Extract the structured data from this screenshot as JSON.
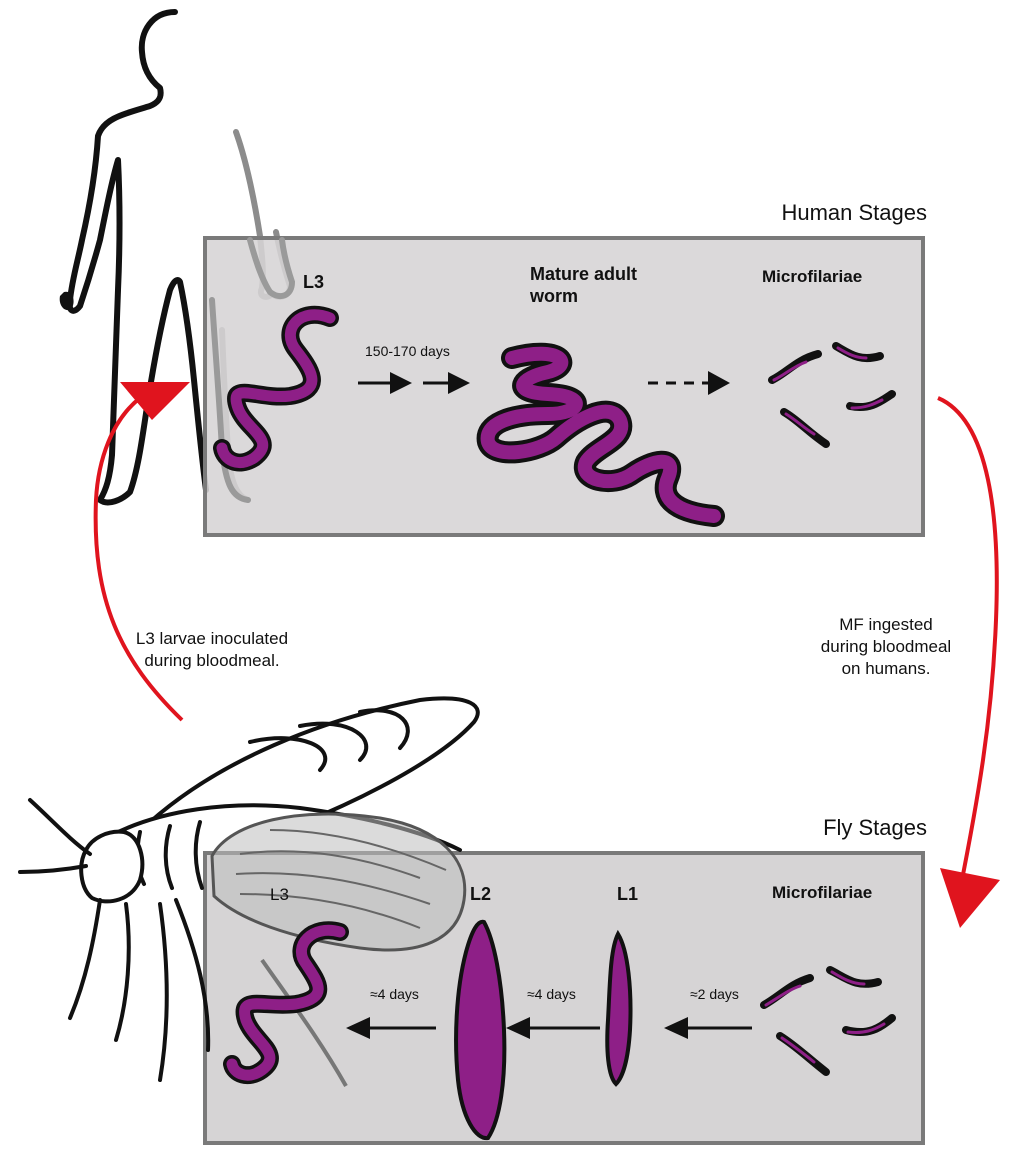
{
  "human_stages": {
    "section_title": "Human Stages",
    "l3_label": "L3",
    "mature_label_line1": "Mature adult",
    "mature_label_line2": "worm",
    "microfilariae_label": "Microfilariae",
    "duration_label": "150-170 days"
  },
  "fly_stages": {
    "section_title": "Fly Stages",
    "l3_label": "L3",
    "l2_label": "L2",
    "l1_label": "L1",
    "microfilariae_label": "Microfilariae",
    "l2_to_l3_duration": "≈4 days",
    "l1_to_l2_duration": "≈4 days",
    "mf_to_l1_duration": "≈2 days"
  },
  "transitions": {
    "inoculation_line1": "L3 larvae inoculated",
    "inoculation_line2": "during bloodmeal.",
    "ingestion_line1": "MF ingested",
    "ingestion_line2": "during bloodmeal",
    "ingestion_line3": "on humans."
  },
  "colors": {
    "worm": "#8e1f87",
    "panel_fill": "#d6d4d5",
    "panel_border": "#7a7a7a",
    "cycle_arrow": "#e0141e"
  },
  "icons": {
    "human": "human-silhouette-icon",
    "fly": "fly-icon"
  }
}
